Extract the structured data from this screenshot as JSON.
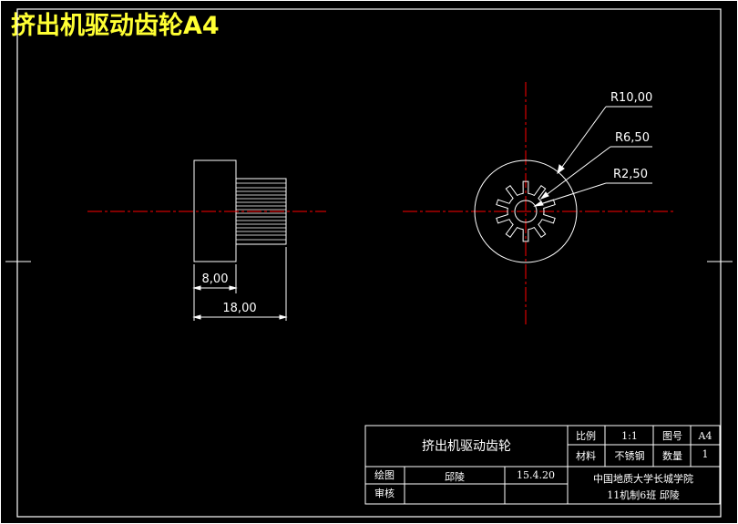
{
  "header": {
    "title": "挤出机驱动齿轮A4"
  },
  "views": {
    "side": {
      "dim_small": "8,00",
      "dim_large": "18,00"
    },
    "front": {
      "radius_outer": "R10,00",
      "radius_mid": "R6,50",
      "radius_inner": "R2,50"
    }
  },
  "title_block": {
    "part_name": "挤出机驱动齿轮",
    "scale_label": "比例",
    "scale_value": "1:1",
    "drawing_no_label": "图号",
    "drawing_no_value": "A4",
    "material_label": "材料",
    "material_value": "不锈钢",
    "quantity_label": "数量",
    "quantity_value": "1",
    "drawn_label": "绘图",
    "drawn_by": "邱陵",
    "drawn_date": "15.4.20",
    "checked_label": "审核",
    "school": "中国地质大学长城学院",
    "class_line": "11机制6班   邱陵"
  },
  "colors": {
    "background": "#000000",
    "lines": "#ffffff",
    "centerline": "#ff0000",
    "title": "#ffff33"
  }
}
